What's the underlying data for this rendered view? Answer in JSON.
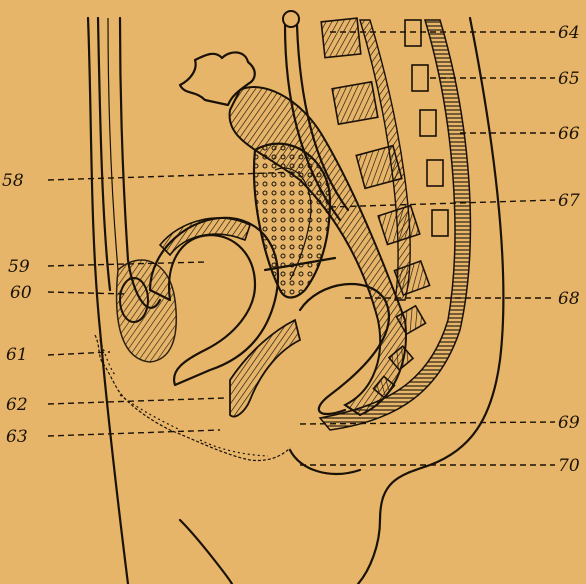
{
  "figure": {
    "background_color": "#e6b569",
    "ink_color": "#1a1208",
    "labels": {
      "l58": "58",
      "l59": "59",
      "l60": "60",
      "l61": "61",
      "l62": "62",
      "l63": "63",
      "l64": "64",
      "l65": "65",
      "l66": "66",
      "l67": "67",
      "l68": "68",
      "l69": "69",
      "l70": "70"
    }
  }
}
